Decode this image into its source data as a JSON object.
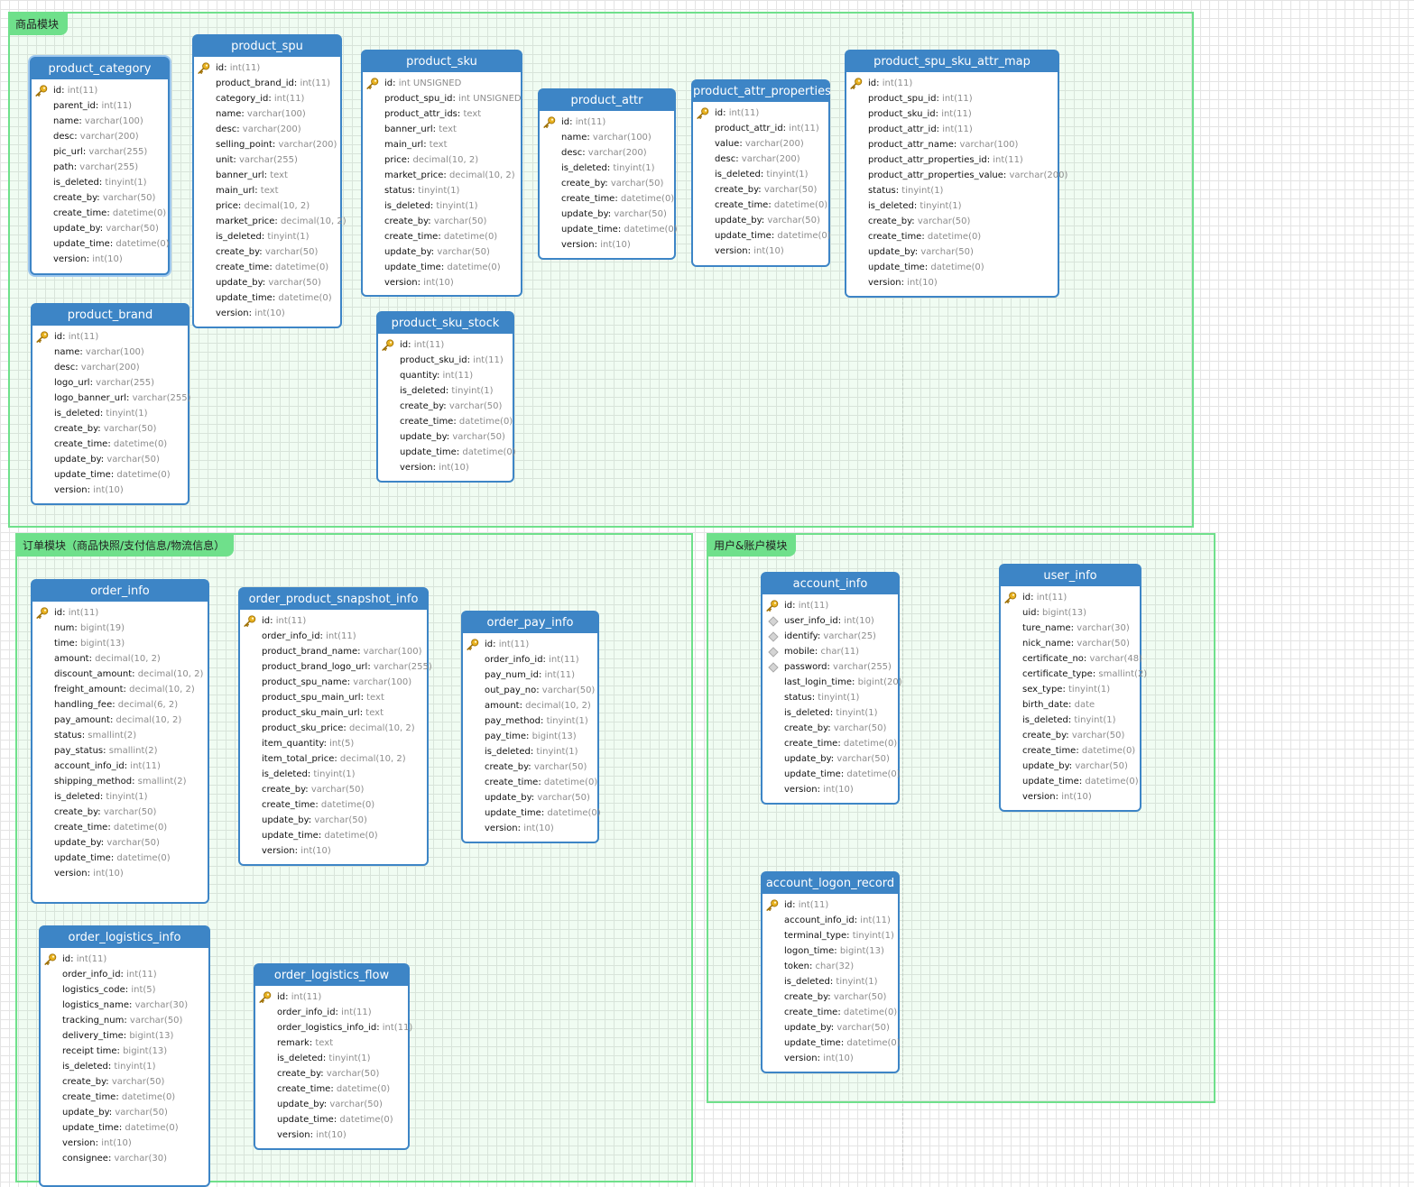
{
  "groups": [
    {
      "label": "商品模块"
    },
    {
      "label": "订单模块（商品快照/支付信息/物流信息）"
    },
    {
      "label": "用户&账户模块"
    }
  ],
  "colors": {
    "group_border": "#6fe08b",
    "group_fill": "#ecf9ee",
    "table_header": "#3d85c6",
    "type_text": "#8c8c8c"
  },
  "icons": {
    "primary_key": "key-icon",
    "index": "index-diamond-icon"
  },
  "tables": [
    {
      "name": "product_category",
      "fields": [
        {
          "name": "id",
          "type": "int(11)",
          "key": "pk"
        },
        {
          "name": "parent_id",
          "type": "int(11)"
        },
        {
          "name": "name",
          "type": "varchar(100)"
        },
        {
          "name": "desc",
          "type": "varchar(200)"
        },
        {
          "name": "pic_url",
          "type": "varchar(255)"
        },
        {
          "name": "path",
          "type": "varchar(255)"
        },
        {
          "name": "is_deleted",
          "type": "tinyint(1)"
        },
        {
          "name": "create_by",
          "type": "varchar(50)"
        },
        {
          "name": "create_time",
          "type": "datetime(0)"
        },
        {
          "name": "update_by",
          "type": "varchar(50)"
        },
        {
          "name": "update_time",
          "type": "datetime(0)"
        },
        {
          "name": "version",
          "type": "int(10)"
        }
      ]
    },
    {
      "name": "product_spu",
      "fields": [
        {
          "name": "id",
          "type": "int(11)",
          "key": "pk"
        },
        {
          "name": "product_brand_id",
          "type": "int(11)"
        },
        {
          "name": "category_id",
          "type": "int(11)"
        },
        {
          "name": "name",
          "type": "varchar(100)"
        },
        {
          "name": "desc",
          "type": "varchar(200)"
        },
        {
          "name": "selling_point",
          "type": "varchar(200)"
        },
        {
          "name": "unit",
          "type": "varchar(255)"
        },
        {
          "name": "banner_url",
          "type": "text"
        },
        {
          "name": "main_url",
          "type": "text"
        },
        {
          "name": "price",
          "type": "decimal(10, 2)"
        },
        {
          "name": "market_price",
          "type": "decimal(10, 2)"
        },
        {
          "name": "is_deleted",
          "type": "tinyint(1)"
        },
        {
          "name": "create_by",
          "type": "varchar(50)"
        },
        {
          "name": "create_time",
          "type": "datetime(0)"
        },
        {
          "name": "update_by",
          "type": "varchar(50)"
        },
        {
          "name": "update_time",
          "type": "datetime(0)"
        },
        {
          "name": "version",
          "type": "int(10)"
        }
      ]
    },
    {
      "name": "product_sku",
      "fields": [
        {
          "name": "id",
          "type": "int UNSIGNED",
          "key": "pk"
        },
        {
          "name": "product_spu_id",
          "type": "int UNSIGNED"
        },
        {
          "name": "product_attr_ids",
          "type": "text"
        },
        {
          "name": "banner_url",
          "type": "text"
        },
        {
          "name": "main_url",
          "type": "text"
        },
        {
          "name": "price",
          "type": "decimal(10, 2)"
        },
        {
          "name": "market_price",
          "type": "decimal(10, 2)"
        },
        {
          "name": "status",
          "type": "tinyint(1)"
        },
        {
          "name": "is_deleted",
          "type": "tinyint(1)"
        },
        {
          "name": "create_by",
          "type": "varchar(50)"
        },
        {
          "name": "create_time",
          "type": "datetime(0)"
        },
        {
          "name": "update_by",
          "type": "varchar(50)"
        },
        {
          "name": "update_time",
          "type": "datetime(0)"
        },
        {
          "name": "version",
          "type": "int(10)"
        }
      ]
    },
    {
      "name": "product_attr",
      "fields": [
        {
          "name": "id",
          "type": "int(11)",
          "key": "pk"
        },
        {
          "name": "name",
          "type": "varchar(100)"
        },
        {
          "name": "desc",
          "type": "varchar(200)"
        },
        {
          "name": "is_deleted",
          "type": "tinyint(1)"
        },
        {
          "name": "create_by",
          "type": "varchar(50)"
        },
        {
          "name": "create_time",
          "type": "datetime(0)"
        },
        {
          "name": "update_by",
          "type": "varchar(50)"
        },
        {
          "name": "update_time",
          "type": "datetime(0)"
        },
        {
          "name": "version",
          "type": "int(10)"
        }
      ]
    },
    {
      "name": "product_attr_properties",
      "fields": [
        {
          "name": "id",
          "type": "int(11)",
          "key": "pk"
        },
        {
          "name": "product_attr_id",
          "type": "int(11)"
        },
        {
          "name": "value",
          "type": "varchar(200)"
        },
        {
          "name": "desc",
          "type": "varchar(200)"
        },
        {
          "name": "is_deleted",
          "type": "tinyint(1)"
        },
        {
          "name": "create_by",
          "type": "varchar(50)"
        },
        {
          "name": "create_time",
          "type": "datetime(0)"
        },
        {
          "name": "update_by",
          "type": "varchar(50)"
        },
        {
          "name": "update_time",
          "type": "datetime(0)"
        },
        {
          "name": "version",
          "type": "int(10)"
        }
      ]
    },
    {
      "name": "product_spu_sku_attr_map",
      "fields": [
        {
          "name": "id",
          "type": "int(11)",
          "key": "pk"
        },
        {
          "name": "product_spu_id",
          "type": "int(11)"
        },
        {
          "name": "product_sku_id",
          "type": "int(11)"
        },
        {
          "name": "product_attr_id",
          "type": "int(11)"
        },
        {
          "name": "product_attr_name",
          "type": "varchar(100)"
        },
        {
          "name": "product_attr_properties_id",
          "type": "int(11)"
        },
        {
          "name": "product_attr_properties_value",
          "type": "varchar(200)"
        },
        {
          "name": "status",
          "type": "tinyint(1)"
        },
        {
          "name": "is_deleted",
          "type": "tinyint(1)"
        },
        {
          "name": "create_by",
          "type": "varchar(50)"
        },
        {
          "name": "create_time",
          "type": "datetime(0)"
        },
        {
          "name": "update_by",
          "type": "varchar(50)"
        },
        {
          "name": "update_time",
          "type": "datetime(0)"
        },
        {
          "name": "version",
          "type": "int(10)"
        }
      ]
    },
    {
      "name": "product_brand",
      "fields": [
        {
          "name": "id",
          "type": "int(11)",
          "key": "pk"
        },
        {
          "name": "name",
          "type": "varchar(100)"
        },
        {
          "name": "desc",
          "type": "varchar(200)"
        },
        {
          "name": "logo_url",
          "type": "varchar(255)"
        },
        {
          "name": "logo_banner_url",
          "type": "varchar(255)"
        },
        {
          "name": "is_deleted",
          "type": "tinyint(1)"
        },
        {
          "name": "create_by",
          "type": "varchar(50)"
        },
        {
          "name": "create_time",
          "type": "datetime(0)"
        },
        {
          "name": "update_by",
          "type": "varchar(50)"
        },
        {
          "name": "update_time",
          "type": "datetime(0)"
        },
        {
          "name": "version",
          "type": "int(10)"
        }
      ]
    },
    {
      "name": "product_sku_stock",
      "fields": [
        {
          "name": "id",
          "type": "int(11)",
          "key": "pk"
        },
        {
          "name": "product_sku_id",
          "type": "int(11)"
        },
        {
          "name": "quantity",
          "type": "int(11)"
        },
        {
          "name": "is_deleted",
          "type": "tinyint(1)"
        },
        {
          "name": "create_by",
          "type": "varchar(50)"
        },
        {
          "name": "create_time",
          "type": "datetime(0)"
        },
        {
          "name": "update_by",
          "type": "varchar(50)"
        },
        {
          "name": "update_time",
          "type": "datetime(0)"
        },
        {
          "name": "version",
          "type": "int(10)"
        }
      ]
    },
    {
      "name": "order_info",
      "fields": [
        {
          "name": "id",
          "type": "int(11)",
          "key": "pk"
        },
        {
          "name": "num",
          "type": "bigint(19)"
        },
        {
          "name": "time",
          "type": "bigint(13)"
        },
        {
          "name": "amount",
          "type": "decimal(10, 2)"
        },
        {
          "name": "discount_amount",
          "type": "decimal(10, 2)"
        },
        {
          "name": "freight_amount",
          "type": "decimal(10, 2)"
        },
        {
          "name": "handling_fee",
          "type": "decimal(6, 2)"
        },
        {
          "name": "pay_amount",
          "type": "decimal(10, 2)"
        },
        {
          "name": "status",
          "type": "smallint(2)"
        },
        {
          "name": "pay_status",
          "type": "smallint(2)"
        },
        {
          "name": "account_info_id",
          "type": "int(11)"
        },
        {
          "name": "shipping_method",
          "type": "smallint(2)"
        },
        {
          "name": "is_deleted",
          "type": "tinyint(1)"
        },
        {
          "name": "create_by",
          "type": "varchar(50)"
        },
        {
          "name": "create_time",
          "type": "datetime(0)"
        },
        {
          "name": "update_by",
          "type": "varchar(50)"
        },
        {
          "name": "update_time",
          "type": "datetime(0)"
        },
        {
          "name": "version",
          "type": "int(10)"
        }
      ]
    },
    {
      "name": "order_product_snapshot_info",
      "fields": [
        {
          "name": "id",
          "type": "int(11)",
          "key": "pk"
        },
        {
          "name": "order_info_id",
          "type": "int(11)"
        },
        {
          "name": "product_brand_name",
          "type": "varchar(100)"
        },
        {
          "name": "product_brand_logo_url",
          "type": "varchar(255)"
        },
        {
          "name": "product_spu_name",
          "type": "varchar(100)"
        },
        {
          "name": "product_spu_main_url",
          "type": "text"
        },
        {
          "name": "product_sku_main_url",
          "type": "text"
        },
        {
          "name": "product_sku_price",
          "type": "decimal(10, 2)"
        },
        {
          "name": "item_quantity",
          "type": "int(5)"
        },
        {
          "name": "item_total_price",
          "type": "decimal(10, 2)"
        },
        {
          "name": "is_deleted",
          "type": "tinyint(1)"
        },
        {
          "name": "create_by",
          "type": "varchar(50)"
        },
        {
          "name": "create_time",
          "type": "datetime(0)"
        },
        {
          "name": "update_by",
          "type": "varchar(50)"
        },
        {
          "name": "update_time",
          "type": "datetime(0)"
        },
        {
          "name": "version",
          "type": "int(10)"
        }
      ]
    },
    {
      "name": "order_pay_info",
      "fields": [
        {
          "name": "id",
          "type": "int(11)",
          "key": "pk"
        },
        {
          "name": "order_info_id",
          "type": "int(11)"
        },
        {
          "name": "pay_num_id",
          "type": "int(11)"
        },
        {
          "name": "out_pay_no",
          "type": "varchar(50)"
        },
        {
          "name": "amount",
          "type": "decimal(10, 2)"
        },
        {
          "name": "pay_method",
          "type": "tinyint(1)"
        },
        {
          "name": "pay_time",
          "type": "bigint(13)"
        },
        {
          "name": "is_deleted",
          "type": "tinyint(1)"
        },
        {
          "name": "create_by",
          "type": "varchar(50)"
        },
        {
          "name": "create_time",
          "type": "datetime(0)"
        },
        {
          "name": "update_by",
          "type": "varchar(50)"
        },
        {
          "name": "update_time",
          "type": "datetime(0)"
        },
        {
          "name": "version",
          "type": "int(10)"
        }
      ]
    },
    {
      "name": "order_logistics_info",
      "fields": [
        {
          "name": "id",
          "type": "int(11)",
          "key": "pk"
        },
        {
          "name": "order_info_id",
          "type": "int(11)"
        },
        {
          "name": "logistics_code",
          "type": "int(5)"
        },
        {
          "name": "logistics_name",
          "type": "varchar(30)"
        },
        {
          "name": "tracking_num",
          "type": "varchar(50)"
        },
        {
          "name": "delivery_time",
          "type": "bigint(13)"
        },
        {
          "name": "receipt time",
          "type": "bigint(13)"
        },
        {
          "name": "is_deleted",
          "type": "tinyint(1)"
        },
        {
          "name": "create_by",
          "type": "varchar(50)"
        },
        {
          "name": "create_time",
          "type": "datetime(0)"
        },
        {
          "name": "update_by",
          "type": "varchar(50)"
        },
        {
          "name": "update_time",
          "type": "datetime(0)"
        },
        {
          "name": "version",
          "type": "int(10)"
        },
        {
          "name": "consignee",
          "type": "varchar(30)"
        }
      ]
    },
    {
      "name": "order_logistics_flow",
      "fields": [
        {
          "name": "id",
          "type": "int(11)",
          "key": "pk"
        },
        {
          "name": "order_info_id",
          "type": "int(11)"
        },
        {
          "name": "order_logistics_info_id",
          "type": "int(11)"
        },
        {
          "name": "remark",
          "type": "text"
        },
        {
          "name": "is_deleted",
          "type": "tinyint(1)"
        },
        {
          "name": "create_by",
          "type": "varchar(50)"
        },
        {
          "name": "create_time",
          "type": "datetime(0)"
        },
        {
          "name": "update_by",
          "type": "varchar(50)"
        },
        {
          "name": "update_time",
          "type": "datetime(0)"
        },
        {
          "name": "version",
          "type": "int(10)"
        }
      ]
    },
    {
      "name": "account_info",
      "fields": [
        {
          "name": "id",
          "type": "int(11)",
          "key": "pk"
        },
        {
          "name": "user_info_id",
          "type": "int(10)",
          "key": "idx"
        },
        {
          "name": "identify",
          "type": "varchar(25)",
          "key": "idx"
        },
        {
          "name": "mobile",
          "type": "char(11)",
          "key": "idx"
        },
        {
          "name": "password",
          "type": "varchar(255)",
          "key": "idx"
        },
        {
          "name": "last_login_time",
          "type": "bigint(20)"
        },
        {
          "name": "status",
          "type": "tinyint(1)"
        },
        {
          "name": "is_deleted",
          "type": "tinyint(1)"
        },
        {
          "name": "create_by",
          "type": "varchar(50)"
        },
        {
          "name": "create_time",
          "type": "datetime(0)"
        },
        {
          "name": "update_by",
          "type": "varchar(50)"
        },
        {
          "name": "update_time",
          "type": "datetime(0)"
        },
        {
          "name": "version",
          "type": "int(10)"
        }
      ]
    },
    {
      "name": "user_info",
      "fields": [
        {
          "name": "id",
          "type": "int(11)",
          "key": "pk"
        },
        {
          "name": "uid",
          "type": "bigint(13)"
        },
        {
          "name": "ture_name",
          "type": "varchar(30)"
        },
        {
          "name": "nick_name",
          "type": "varchar(50)"
        },
        {
          "name": "certificate_no",
          "type": "varchar(48)"
        },
        {
          "name": "certificate_type",
          "type": "smallint(2)"
        },
        {
          "name": "sex_type",
          "type": "tinyint(1)"
        },
        {
          "name": "birth_date",
          "type": "date"
        },
        {
          "name": "is_deleted",
          "type": "tinyint(1)"
        },
        {
          "name": "create_by",
          "type": "varchar(50)"
        },
        {
          "name": "create_time",
          "type": "datetime(0)"
        },
        {
          "name": "update_by",
          "type": "varchar(50)"
        },
        {
          "name": "update_time",
          "type": "datetime(0)"
        },
        {
          "name": "version",
          "type": "int(10)"
        }
      ]
    },
    {
      "name": "account_logon_record",
      "fields": [
        {
          "name": "id",
          "type": "int(11)",
          "key": "pk"
        },
        {
          "name": "account_info_id",
          "type": "int(11)"
        },
        {
          "name": "terminal_type",
          "type": "tinyint(1)"
        },
        {
          "name": "logon_time",
          "type": "bigint(13)"
        },
        {
          "name": "token",
          "type": "char(32)"
        },
        {
          "name": "is_deleted",
          "type": "tinyint(1)"
        },
        {
          "name": "create_by",
          "type": "varchar(50)"
        },
        {
          "name": "create_time",
          "type": "datetime(0)"
        },
        {
          "name": "update_by",
          "type": "varchar(50)"
        },
        {
          "name": "update_time",
          "type": "datetime(0)"
        },
        {
          "name": "version",
          "type": "int(10)"
        }
      ]
    }
  ]
}
